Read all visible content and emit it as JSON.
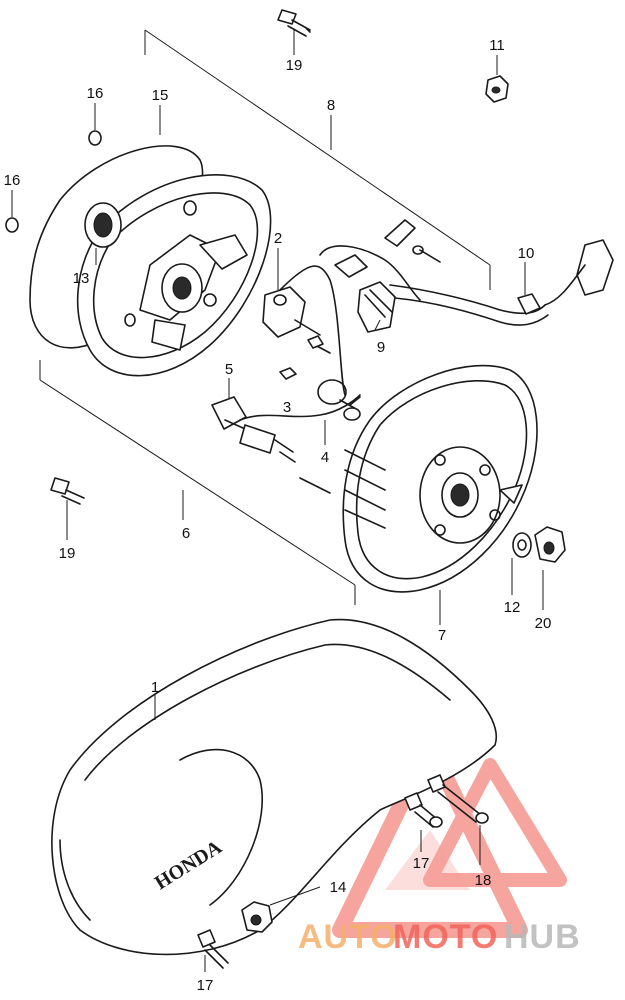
{
  "callouts": [
    {
      "id": "1",
      "text": "1"
    },
    {
      "id": "2",
      "text": "2"
    },
    {
      "id": "3",
      "text": "3"
    },
    {
      "id": "4",
      "text": "4"
    },
    {
      "id": "5",
      "text": "5"
    },
    {
      "id": "6",
      "text": "6"
    },
    {
      "id": "7",
      "text": "7"
    },
    {
      "id": "8",
      "text": "8"
    },
    {
      "id": "9",
      "text": "9"
    },
    {
      "id": "10",
      "text": "10"
    },
    {
      "id": "11",
      "text": "11"
    },
    {
      "id": "12",
      "text": "12"
    },
    {
      "id": "13",
      "text": "13"
    },
    {
      "id": "14",
      "text": "14"
    },
    {
      "id": "15",
      "text": "15"
    },
    {
      "id": "16a",
      "text": "16"
    },
    {
      "id": "16b",
      "text": "16"
    },
    {
      "id": "17a",
      "text": "17"
    },
    {
      "id": "17b",
      "text": "17"
    },
    {
      "id": "18",
      "text": "18"
    },
    {
      "id": "19a",
      "text": "19"
    },
    {
      "id": "19b",
      "text": "19"
    },
    {
      "id": "20",
      "text": "20"
    }
  ],
  "cover_brand": "HONDA",
  "watermark": {
    "part1": "AUTO",
    "part2": "MOTO",
    "part3": "HUB",
    "color_auto": "#f5b06b",
    "color_moto": "#f2645a",
    "color_hub": "#b8b8b8",
    "triangle_color": "#f05a50"
  }
}
